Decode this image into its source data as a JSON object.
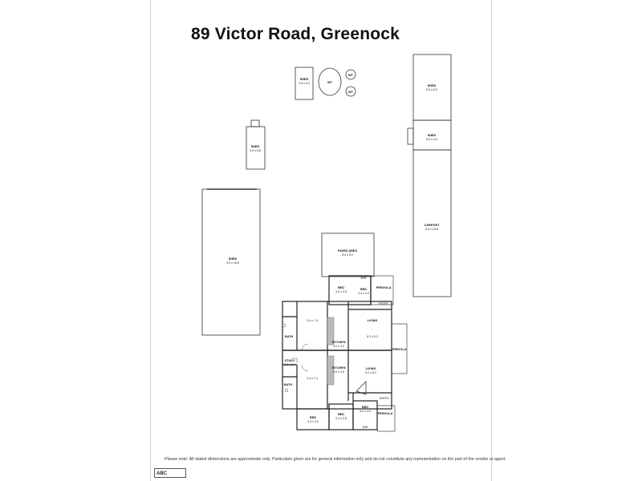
{
  "title": "89 Victor Road, Greenock",
  "disclaimer": "Please note: All stated dimensions are approximate only. Particulars given are for general information only and do not constitute any representation on the part of the vendor or agent.",
  "logo_text": "ABC",
  "outbuildings": {
    "shed_top": {
      "name": "SHED",
      "dim": "2.8 x 4.2"
    },
    "wt_large": "WT",
    "wt_small_1": "WT",
    "wt_small_2": "WT",
    "shed_right_top": {
      "name": "SHED",
      "dim": "6.0 x 8.0"
    },
    "shed_right_mid": {
      "name": "SHED",
      "dim": "6.0 x 4.4"
    },
    "shed_left_small": {
      "name": "SHED",
      "dim": "3.0 x 5.8"
    },
    "carport": {
      "name": "CARPORT",
      "dim": "6.6 x 18.6"
    },
    "shed_large": {
      "name": "SHED",
      "dim": "9.0 x 18.6"
    },
    "paved_area": {
      "name": "PAVED AREA",
      "dim": "8.4 x 5.2"
    }
  },
  "rooms": {
    "bed_1": {
      "name": "BED",
      "dim": "3.0 x 3.0"
    },
    "bed_2": {
      "name": "BED",
      "dim": "3.4 x 4.0"
    },
    "pergola_1": "PERGOLA",
    "pergola_2": "PERGOLA",
    "pergola_3": "PERGOLA",
    "bath_1": "BATH",
    "bath_2": "BATH",
    "kitchen_1": {
      "name": "KITCHEN",
      "dim": "4.0 x 4.0"
    },
    "kitchen_2": {
      "name": "KITCHEN",
      "dim": "4.0 x 4.0"
    },
    "living_1": {
      "name": "LIVING",
      "dim": "6.2 x 5.2"
    },
    "living_2": {
      "name": "LIVING",
      "dim": "6.2 x 6.2"
    },
    "dim_upper_left": "3.4 x 7.4",
    "dim_lower_left": "3.4 x 7.4",
    "study": {
      "name": "STUDY",
      "dim": "2.0 x 2.4"
    },
    "bed_3": {
      "name": "BED",
      "dim": "4.4 x 3.0"
    },
    "bed_4": {
      "name": "BED",
      "dim": "2.4 x 2.8"
    },
    "bed_5": {
      "name": "BED",
      "dim": "3.4 x 4.0"
    },
    "wir_1": "WIR",
    "wir_2": "WIR",
    "entry_1": "ENTRY",
    "entry_2": "ENTRY"
  }
}
